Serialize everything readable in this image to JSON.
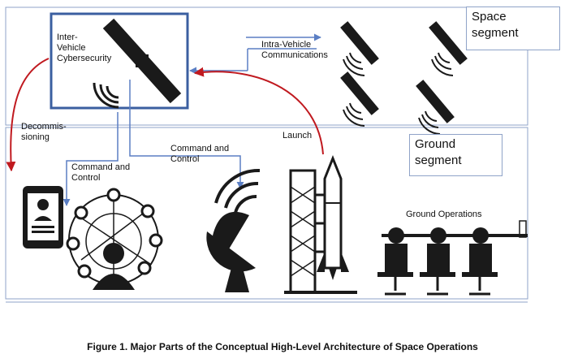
{
  "labels": {
    "space_segment": "Space\nsegment",
    "ground_segment": "Ground\nsegment",
    "inter_vehicle": "Inter-\nVehicle\nCybersecurity",
    "intra_vehicle": "Intra-Vehicle\nCommunications",
    "decommissioning": "Decommis-\nsioning",
    "launch": "Launch",
    "command_control_left": "Command and\nControl",
    "command_control_mid": "Command and\nControl",
    "ground_operations": "Ground Operations"
  },
  "caption": "Figure 1. Major Parts of the Conceptual High-Level Architecture of Space Operations",
  "colors": {
    "frame": "#8fa3c8",
    "highlight_box": "#3b5fa0",
    "arrow_blue": "#5b7fc4",
    "arrow_red": "#c0191f",
    "icon": "#1a1a1a"
  }
}
